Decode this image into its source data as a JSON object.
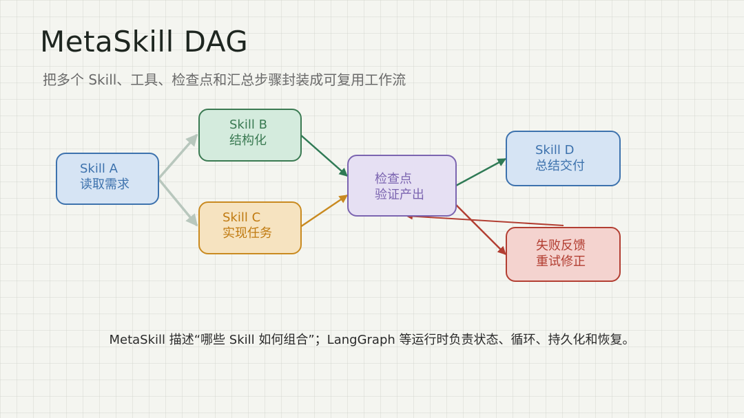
{
  "header": {
    "title": "MetaSkill DAG",
    "subtitle": "把多个 Skill、工具、检查点和汇总步骤封装成可复用工作流"
  },
  "nodes": {
    "skill_a": {
      "line1": "Skill A",
      "line2": "读取需求"
    },
    "skill_b": {
      "line1": "Skill B",
      "line2": "结构化"
    },
    "skill_c": {
      "line1": "Skill C",
      "line2": "实现任务"
    },
    "checkpoint": {
      "line1": "检查点",
      "line2": "验证产出"
    },
    "skill_d": {
      "line1": "Skill D",
      "line2": "总结交付"
    },
    "feedback": {
      "line1": "失败反馈",
      "line2": "重试修正"
    }
  },
  "edges": [
    {
      "from": "Skill A",
      "to": "Skill B"
    },
    {
      "from": "Skill A",
      "to": "Skill C"
    },
    {
      "from": "Skill B",
      "to": "检查点"
    },
    {
      "from": "Skill C",
      "to": "检查点"
    },
    {
      "from": "检查点",
      "to": "Skill D"
    },
    {
      "from": "检查点",
      "to": "失败反馈"
    },
    {
      "from": "失败反馈",
      "to": "检查点"
    }
  ],
  "footer": {
    "text": "MetaSkill 描述“哪些 Skill 如何组合”；LangGraph 等运行时负责状态、循环、持久化和恢复。"
  },
  "colors": {
    "blue": "#3d72ad",
    "green": "#3a7a52",
    "orange": "#c98a20",
    "purple": "#7b64b0",
    "red": "#b23e32",
    "gray_arrow": "#b8c7bd"
  }
}
